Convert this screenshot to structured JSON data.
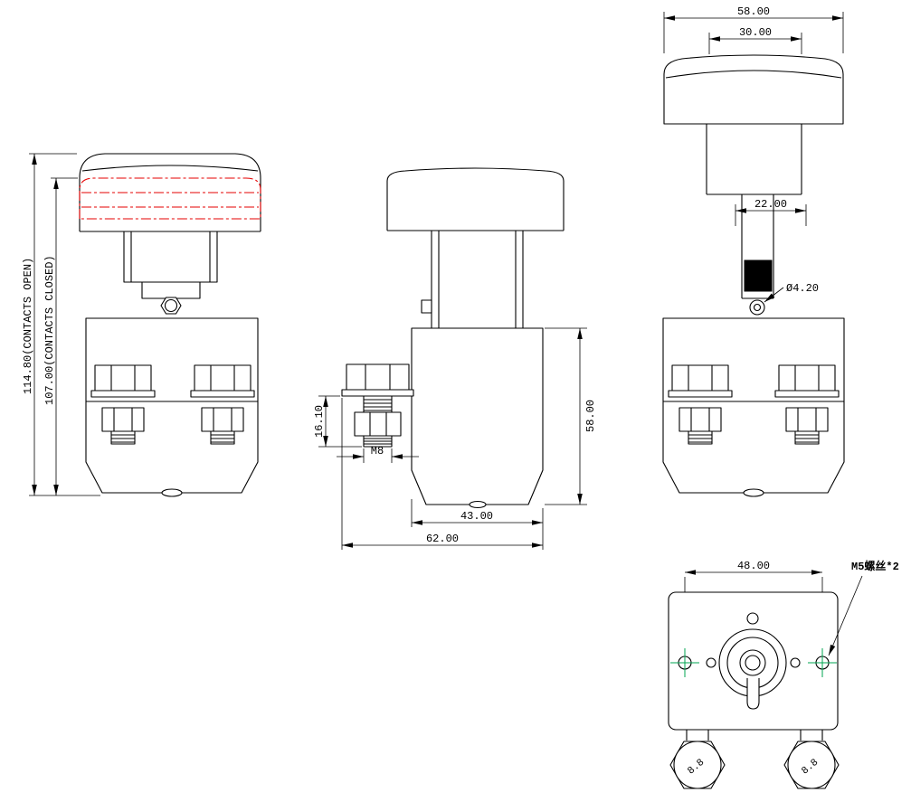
{
  "drawing": {
    "front_view": {
      "dim_height_open": "114.80(CONTACTS OPEN)",
      "dim_height_closed": "107.00(CONTACTS CLOSED)"
    },
    "side_view": {
      "dim_thread_length": "16.10",
      "thread_label": "M8",
      "dim_body_height": "58.00",
      "dim_body_width": "43.00",
      "dim_overall_width": "62.00"
    },
    "rear_view": {
      "dim_cap_width": "58.00",
      "dim_stem_width": "30.00",
      "dim_shaft_width": "22.00",
      "dim_hole_diameter": "Ø4.20"
    },
    "bottom_view": {
      "dim_mount_spacing": "48.00",
      "mount_screw_callout": "M5螺丝*2",
      "bolt_grade_left": "8.8",
      "bolt_grade_right": "8.8"
    }
  },
  "colors": {
    "line": "#000000",
    "pressed_outline": "#e60000",
    "center_mark": "#00a651"
  }
}
